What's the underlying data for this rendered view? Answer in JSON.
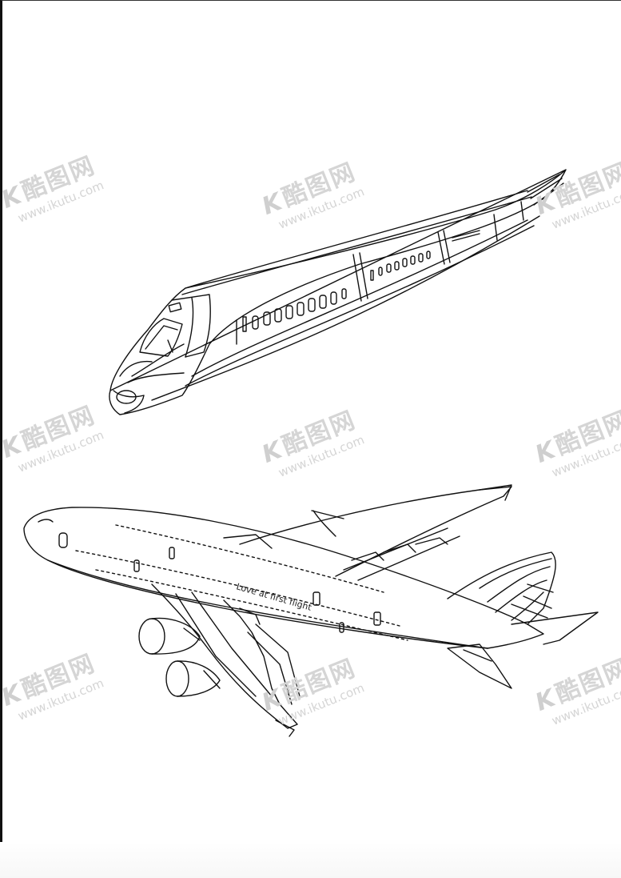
{
  "watermark": {
    "brand": "酷图网",
    "logo": "K",
    "url": "www.ikutu.com"
  },
  "drawings": {
    "train": {
      "kind": "high-speed-train-line-art"
    },
    "airplane": {
      "kind": "jumbo-jet-line-art",
      "livery_text": "Love at first flight"
    }
  },
  "colors": {
    "line": "#111111",
    "background": "#ffffff",
    "watermark": "#d5d5d5"
  }
}
